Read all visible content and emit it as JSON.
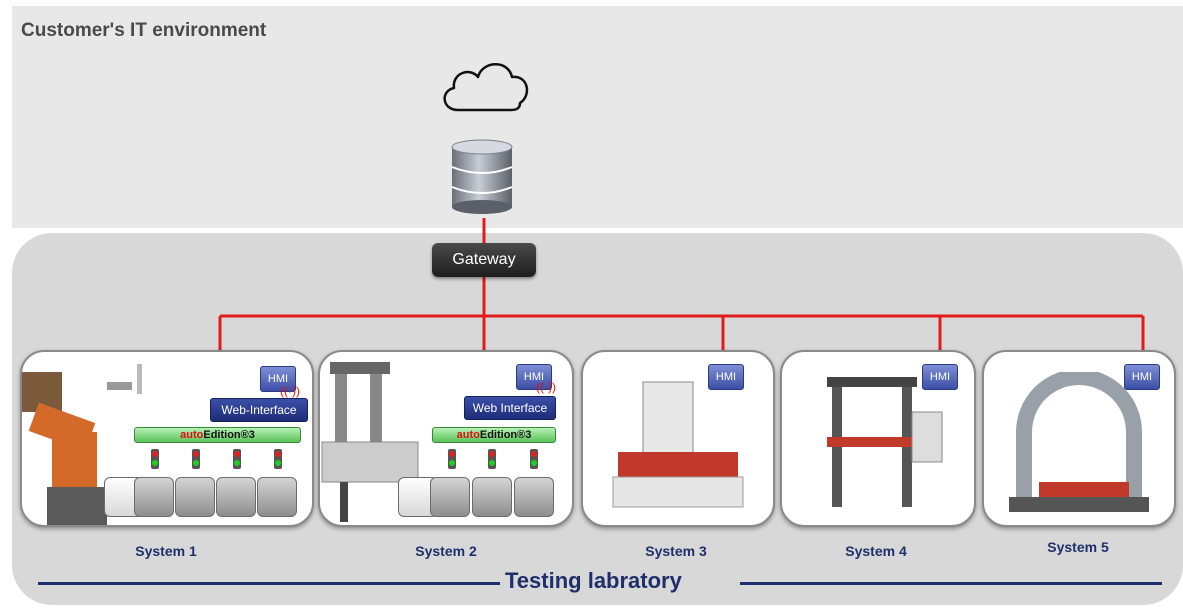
{
  "it_environment": {
    "title": "Customer's IT environment"
  },
  "gateway": {
    "label": "Gateway"
  },
  "systems": [
    {
      "label": "System 1",
      "hmi": "HMI",
      "web_interface": "Web-Interface",
      "auto_edition_prefix": "auto",
      "auto_edition_suffix": "Edition®3"
    },
    {
      "label": "System 2",
      "hmi": "HMI",
      "web_interface": "Web Interface",
      "auto_edition_prefix": "auto",
      "auto_edition_suffix": "Edition®3"
    },
    {
      "label": "System 3",
      "hmi": "HMI"
    },
    {
      "label": "System 4",
      "hmi": "HMI"
    },
    {
      "label": "System 5",
      "hmi": "HMI"
    }
  ],
  "lab": {
    "title": "Testing labratory"
  },
  "colors": {
    "network_line": "#e21b1b",
    "lab_title": "#1f2f6b",
    "it_background": "#e8e8e8",
    "lab_background": "#d8d8d8"
  }
}
